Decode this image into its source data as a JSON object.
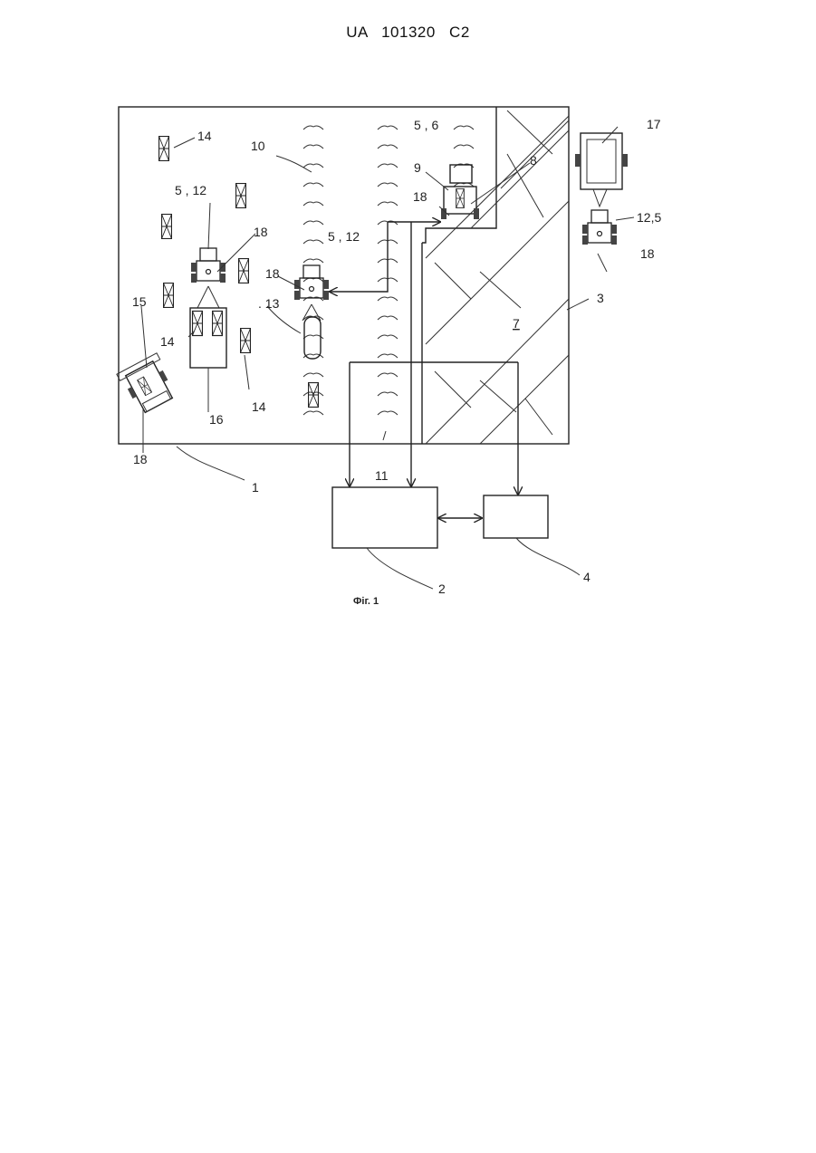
{
  "header": {
    "doc_id": "UA   101320   C2"
  },
  "figure": {
    "caption": "Фіг. 1",
    "labels": {
      "l1": "1",
      "l2": "2",
      "l3": "3",
      "l4": "4",
      "l7": "7",
      "l8": "8",
      "l9": "9",
      "l10": "10",
      "l11": "11",
      "l13": ". 13",
      "l14a": "14",
      "l14b": "14",
      "l14c": "14",
      "l15": "15",
      "l16": "16",
      "l17": "17",
      "l18a": "18",
      "l18b": "18",
      "l18c": "18",
      "l18d": "18",
      "l18e": "18",
      "l512a": "5 , 12",
      "l512b": "5 , 12",
      "l56": "5 , 6",
      "l125": "12,5"
    }
  }
}
